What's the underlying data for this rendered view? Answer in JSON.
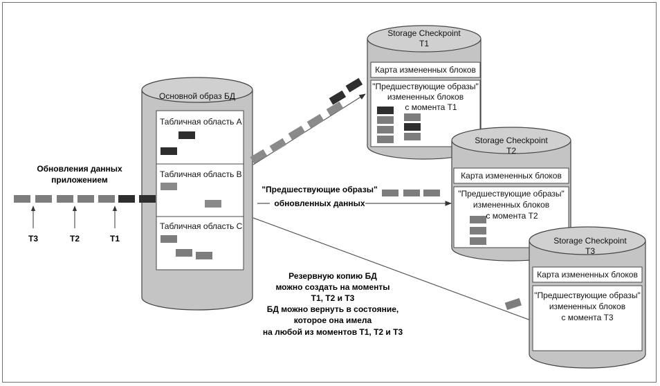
{
  "main_db": {
    "title": "Основной образ БД",
    "tablespaces": [
      {
        "label": "Табличная область А"
      },
      {
        "label": "Табличная область В"
      },
      {
        "label": "Табличная область С"
      }
    ]
  },
  "updates": {
    "label_line1": "Обновления данных",
    "label_line2": "приложением",
    "times": [
      "T3",
      "T2",
      "T1"
    ]
  },
  "before_images_label": {
    "line1": "\"Предшествующие образы\"",
    "line2": "обновленных данных"
  },
  "checkpoints": [
    {
      "title1": "Storage Checkpoint",
      "title2": "T1",
      "map_label": "Карта измененных блоков",
      "desc1": "\"Предшествующие образы\"",
      "desc2": "измененных блоков",
      "desc3": "с момента T1"
    },
    {
      "title1": "Storage Checkpoint",
      "title2": "T2",
      "map_label": "Карта измененных блоков",
      "desc1": "\"Предшествующие образы\"",
      "desc2": "измененных блоков",
      "desc3": "с момента T2"
    },
    {
      "title1": "Storage Checkpoint",
      "title2": "T3",
      "map_label": "Карта измененных блоков",
      "desc1": "\"Предшествующие образы\"",
      "desc2": "измененных блоков",
      "desc3": "с момента T3"
    }
  ],
  "note": {
    "lines": [
      "Резервную копию БД",
      "можно создать на моменты",
      "T1,  T2 и T3",
      "БД можно вернуть в состояние,",
      "которое она имела",
      "на любой из моментов T1, T2 и T3"
    ]
  },
  "colors": {
    "cylinder": "#c4c4c4",
    "block_dark": "#2e2e2e",
    "block_gray": "#7d7d7d",
    "block_light": "#9a9a9a"
  }
}
